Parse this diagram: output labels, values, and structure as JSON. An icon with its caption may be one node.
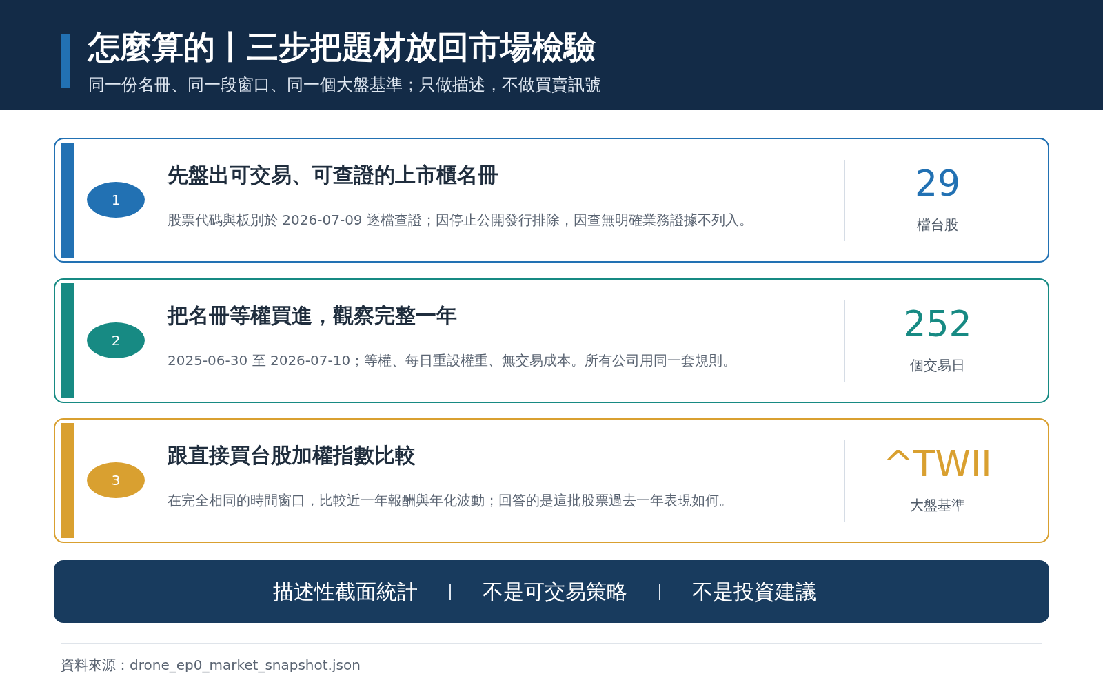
{
  "diagram": {
    "title": "怎麼算的丨三步把題材放回市場檢驗",
    "labels": [
      "同一份名冊、同一段窗口、同一個大盤基準；只做描述，不做買賣訊號"
    ],
    "nodes": [
      {
        "text": [
          "先盤出可交易、可查證的上市櫃名冊",
          "股票代碼與板別於 2026-07-09 逐檔查證；因停止公開發行排除，因查無明確業務證據不列入。",
          "29",
          "檔台股"
        ]
      },
      {
        "text": [
          "1"
        ],
        "in": 0
      },
      {
        "text": [
          "把名冊等權買進，觀察完整一年",
          "2025-06-30 至 2026-07-10；等權、每日重設權重、無交易成本。所有公司用同一套規則。",
          "252",
          "個交易日"
        ]
      },
      {
        "text": [
          "2"
        ],
        "in": 2
      },
      {
        "text": [
          "跟直接買台股加權指數比較",
          "在完全相同的時間窗口，比較近一年報酬與年化波動；回答的是這批股票過去一年表現如何。",
          "^TWII",
          "大盤基準"
        ]
      },
      {
        "text": [
          "3"
        ],
        "in": 4
      },
      {
        "text": [
          "描述性截面統計",
          "不是可交易策略",
          "不是投資建議"
        ]
      }
    ],
    "caption": "資料來源：drone_ep0_market_snapshot.json"
  }
}
